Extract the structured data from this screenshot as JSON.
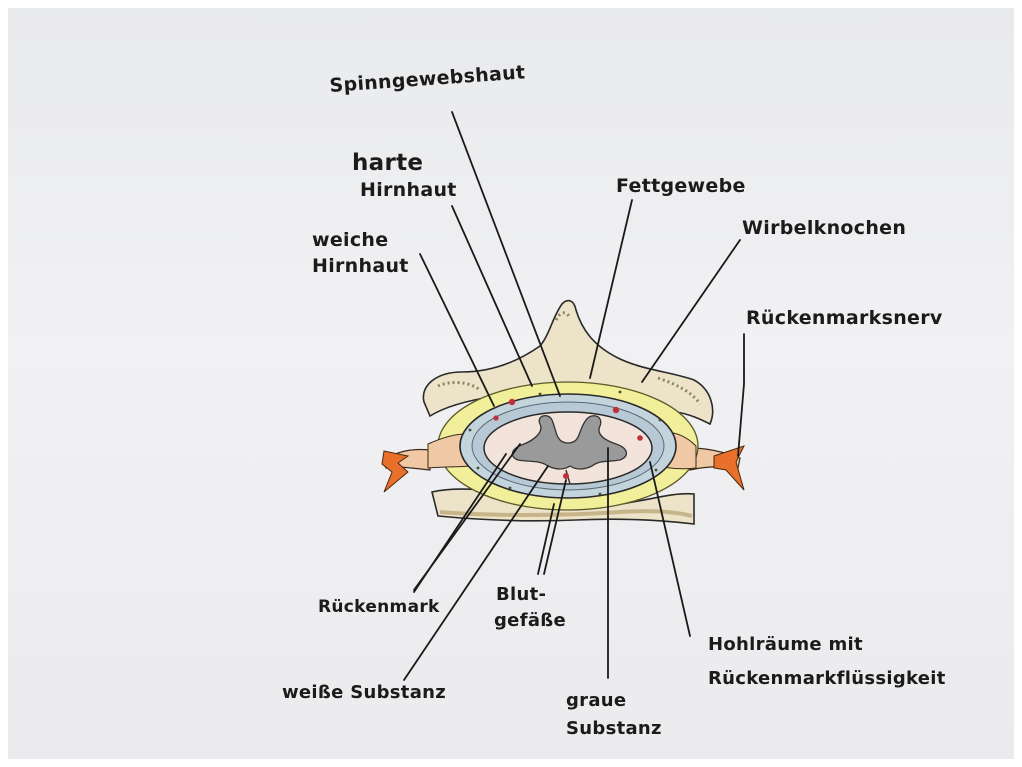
{
  "labels": {
    "spinngewebshaut": "Spinngewebshaut",
    "harte_hirnhaut_1": "harte",
    "harte_hirnhaut_2": "Hirnhaut",
    "fettgewebe": "Fettgewebe",
    "wirbelknochen": "Wirbelknochen",
    "weiche_hirnhaut_1": "weiche",
    "weiche_hirnhaut_2": "Hirnhaut",
    "rueckenmarksnerv": "Rückenmarksnerv",
    "rueckenmark": "Rückenmark",
    "blutgefaesse_1": "Blut-",
    "blutgefaesse_2": "gefäße",
    "hohlraeume_1": "Hohlräume mit",
    "hohlraeume_2": "Rückenmarkflüssigkeit",
    "weisse_substanz": "weiße Substanz",
    "graue_substanz_1": "graue",
    "graue_substanz_2": "Substanz"
  },
  "colors": {
    "bone": "#ece3c8",
    "fat": "#f2ef9a",
    "meninges": "#c4d4dd",
    "white_matter": "#f2e4da",
    "grey_matter": "#9a9a9a",
    "nerve": "#f0c8a4",
    "nerve_root": "#e8702a",
    "blood": "#c0303a"
  }
}
